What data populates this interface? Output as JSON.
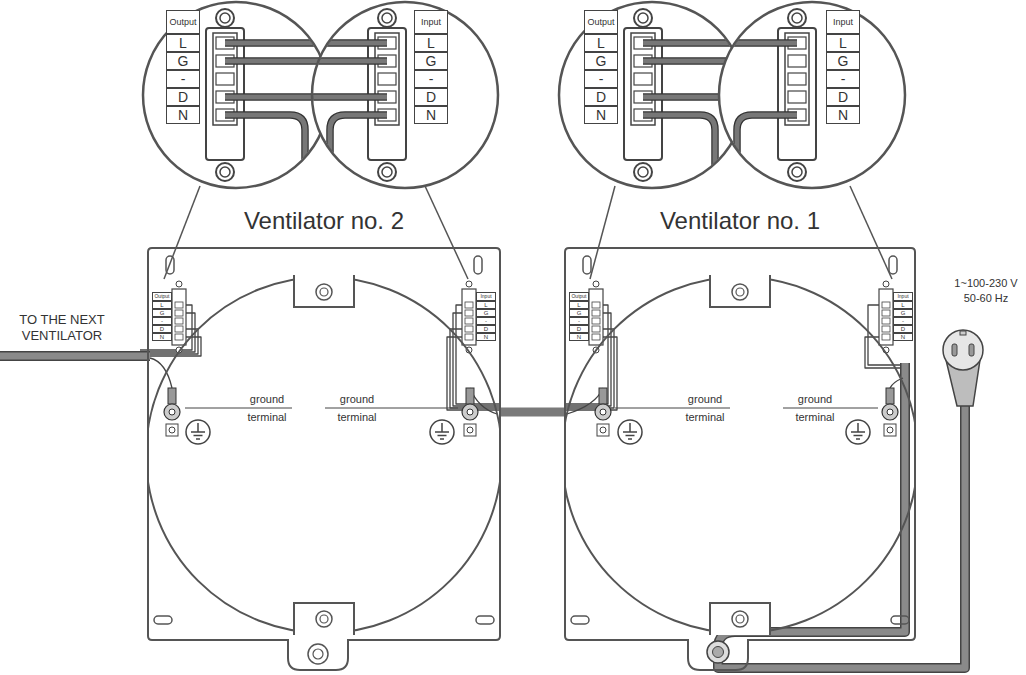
{
  "diagram": {
    "nodes": [
      {
        "text": [
          "Ventilator no. 2"
        ]
      },
      {
        "text": [
          "Ventilator no. 1"
        ]
      }
    ],
    "edges": [
      {
        "from": 1,
        "to": 0,
        "arrow": "none"
      }
    ],
    "labels": [
      "Output",
      "L",
      "G",
      "-",
      "D",
      "N",
      "Input",
      "L",
      "G",
      "-",
      "D",
      "N",
      "Output",
      "L",
      "G",
      "-",
      "D",
      "N",
      "Input",
      "L",
      "G",
      "-",
      "D",
      "N",
      "Output",
      "L",
      "G",
      "-",
      "D",
      "N",
      "Input",
      "L",
      "G",
      "-",
      "D",
      "N",
      "Output",
      "L",
      "G",
      "-",
      "D",
      "N",
      "Input",
      "L",
      "G",
      "-",
      "D",
      "N",
      "TO THE NEXT VENTILATOR",
      "ground terminal",
      "ground terminal",
      "ground terminal",
      "ground terminal",
      "1~100-230 V 50-60 Hz"
    ]
  }
}
